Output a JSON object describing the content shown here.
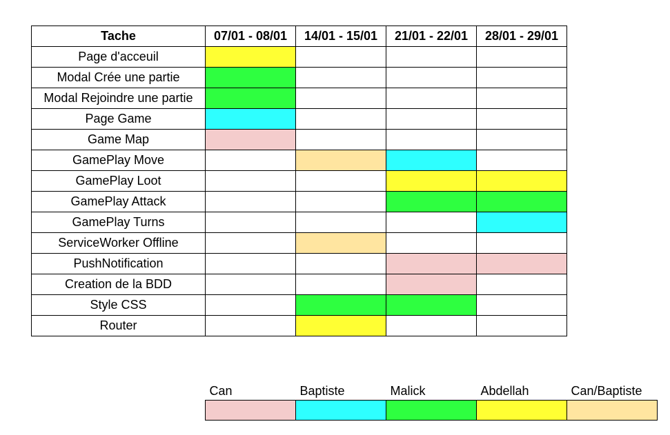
{
  "schedule": {
    "header_task": "Tache",
    "weeks": [
      "07/01 - 08/01",
      "14/01 - 15/01",
      "21/01 - 22/01",
      "28/01 - 29/01"
    ],
    "tasks": [
      {
        "name": "Page d'acceuil",
        "cells": [
          "Abdellah",
          "",
          "",
          ""
        ]
      },
      {
        "name": "Modal Crée une partie",
        "cells": [
          "Malick",
          "",
          "",
          ""
        ]
      },
      {
        "name": "Modal Rejoindre une partie",
        "cells": [
          "Malick",
          "",
          "",
          ""
        ]
      },
      {
        "name": "Page Game",
        "cells": [
          "Baptiste",
          "",
          "",
          ""
        ]
      },
      {
        "name": "Game Map",
        "cells": [
          "Can",
          "",
          "",
          ""
        ]
      },
      {
        "name": "GamePlay Move",
        "cells": [
          "",
          "Can/Baptiste",
          "Baptiste",
          ""
        ]
      },
      {
        "name": "GamePlay Loot",
        "cells": [
          "",
          "",
          "Abdellah",
          "Abdellah"
        ]
      },
      {
        "name": "GamePlay Attack",
        "cells": [
          "",
          "",
          "Malick",
          "Malick"
        ]
      },
      {
        "name": "GamePlay Turns",
        "cells": [
          "",
          "",
          "",
          "Baptiste"
        ]
      },
      {
        "name": "ServiceWorker Offline",
        "cells": [
          "",
          "Can/Baptiste",
          "",
          ""
        ]
      },
      {
        "name": "PushNotification",
        "cells": [
          "",
          "",
          "Can",
          "Can"
        ]
      },
      {
        "name": "Creation de la BDD",
        "cells": [
          "",
          "",
          "Can",
          ""
        ]
      },
      {
        "name": "Style CSS",
        "cells": [
          "",
          "Malick",
          "Malick",
          ""
        ]
      },
      {
        "name": "Router",
        "cells": [
          "",
          "Abdellah",
          "",
          ""
        ]
      }
    ]
  },
  "legend": [
    {
      "name": "Can",
      "color": "#f4cccc"
    },
    {
      "name": "Baptiste",
      "color": "#2effff"
    },
    {
      "name": "Malick",
      "color": "#2eff40"
    },
    {
      "name": "Abdellah",
      "color": "#ffff33"
    },
    {
      "name": "Can/Baptiste",
      "color": "#ffe5a0"
    }
  ]
}
